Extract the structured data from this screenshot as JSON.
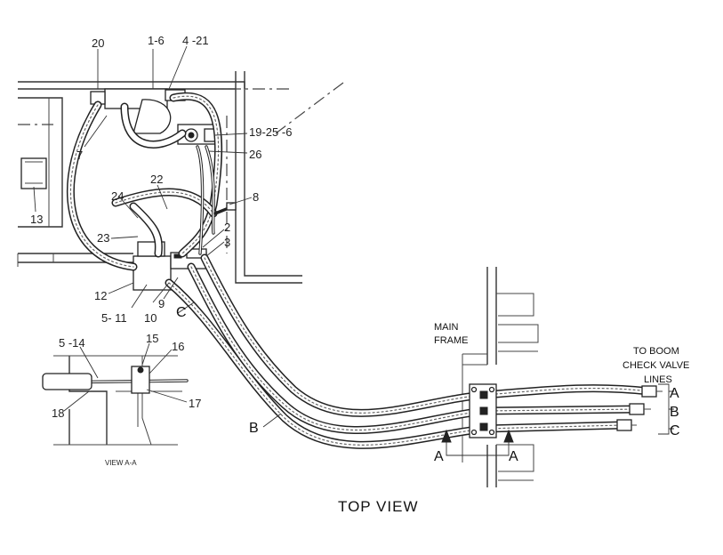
{
  "diagram": {
    "title": "TOP VIEW",
    "section_view_label": "VIEW A-A",
    "main_frame_label": [
      "MAIN",
      "FRAME"
    ],
    "to_boom_label": [
      "TO BOOM",
      "CHECK VALVE",
      "LINES"
    ],
    "callouts": {
      "c20": "20",
      "c1_6": "1-6",
      "c4_21": "4 -21",
      "c7": "7",
      "c19_25_6": "19-25 -6",
      "c26": "26",
      "c22": "22",
      "c24": "24",
      "c8": "8",
      "c13": "13",
      "c23": "23",
      "c2": "2",
      "c3": "3",
      "c12": "12",
      "c5_11": "5- 11",
      "c10": "10",
      "c9": "9",
      "c5_14": "5 -14",
      "c15": "15",
      "c16": "16",
      "c17": "17",
      "c18": "18"
    },
    "line_letters": {
      "a_right": "A",
      "b_right": "B",
      "c_right": "C",
      "b_hose": "B",
      "c_hose": "C",
      "section_left": "A",
      "section_right": "A"
    }
  }
}
